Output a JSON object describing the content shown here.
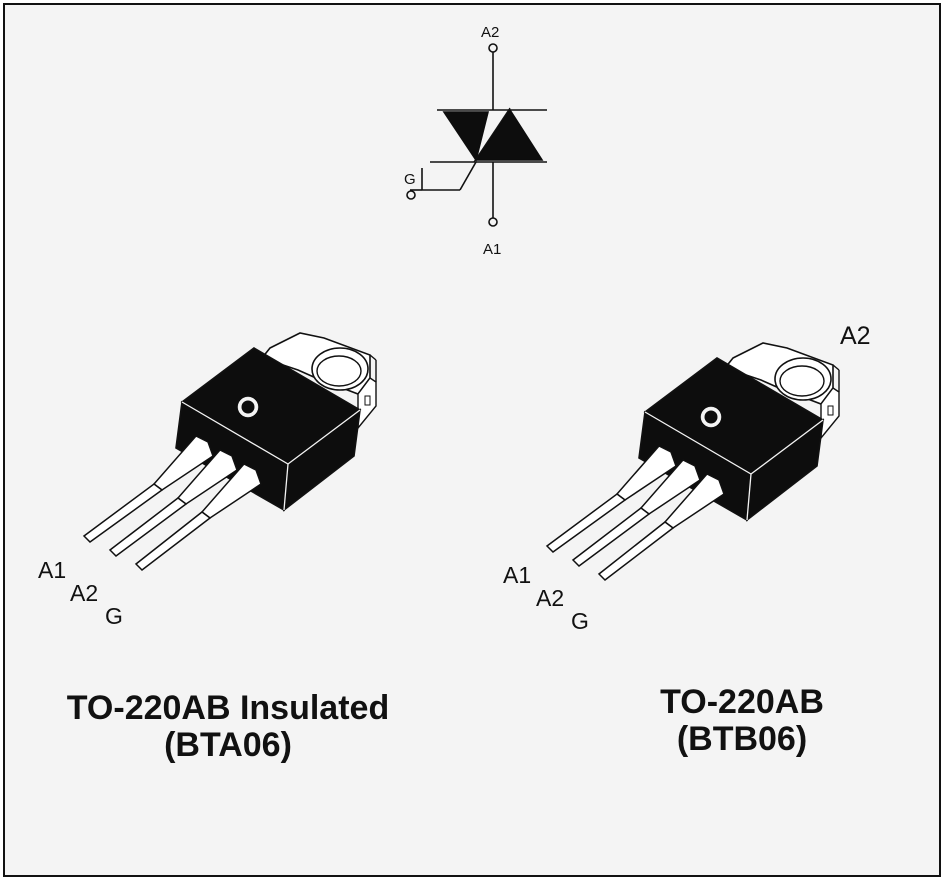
{
  "symbol": {
    "anode2_label": "A2",
    "anode1_label": "A1",
    "gate_label": "G"
  },
  "packages": [
    {
      "pin_a1": "A1",
      "pin_a2": "A2",
      "pin_g": "G",
      "caption_line1": "TO-220AB Insulated",
      "caption_line2": "(BTA06)"
    },
    {
      "tab_label": "A2",
      "pin_a1": "A1",
      "pin_a2": "A2",
      "pin_g": "G",
      "caption_line1": "TO-220AB",
      "caption_line2": "(BTB06)"
    }
  ],
  "colors": {
    "ink": "#111111",
    "background": "#f4f4f4",
    "body": "#0d0d0d",
    "tab": "#ffffff"
  }
}
